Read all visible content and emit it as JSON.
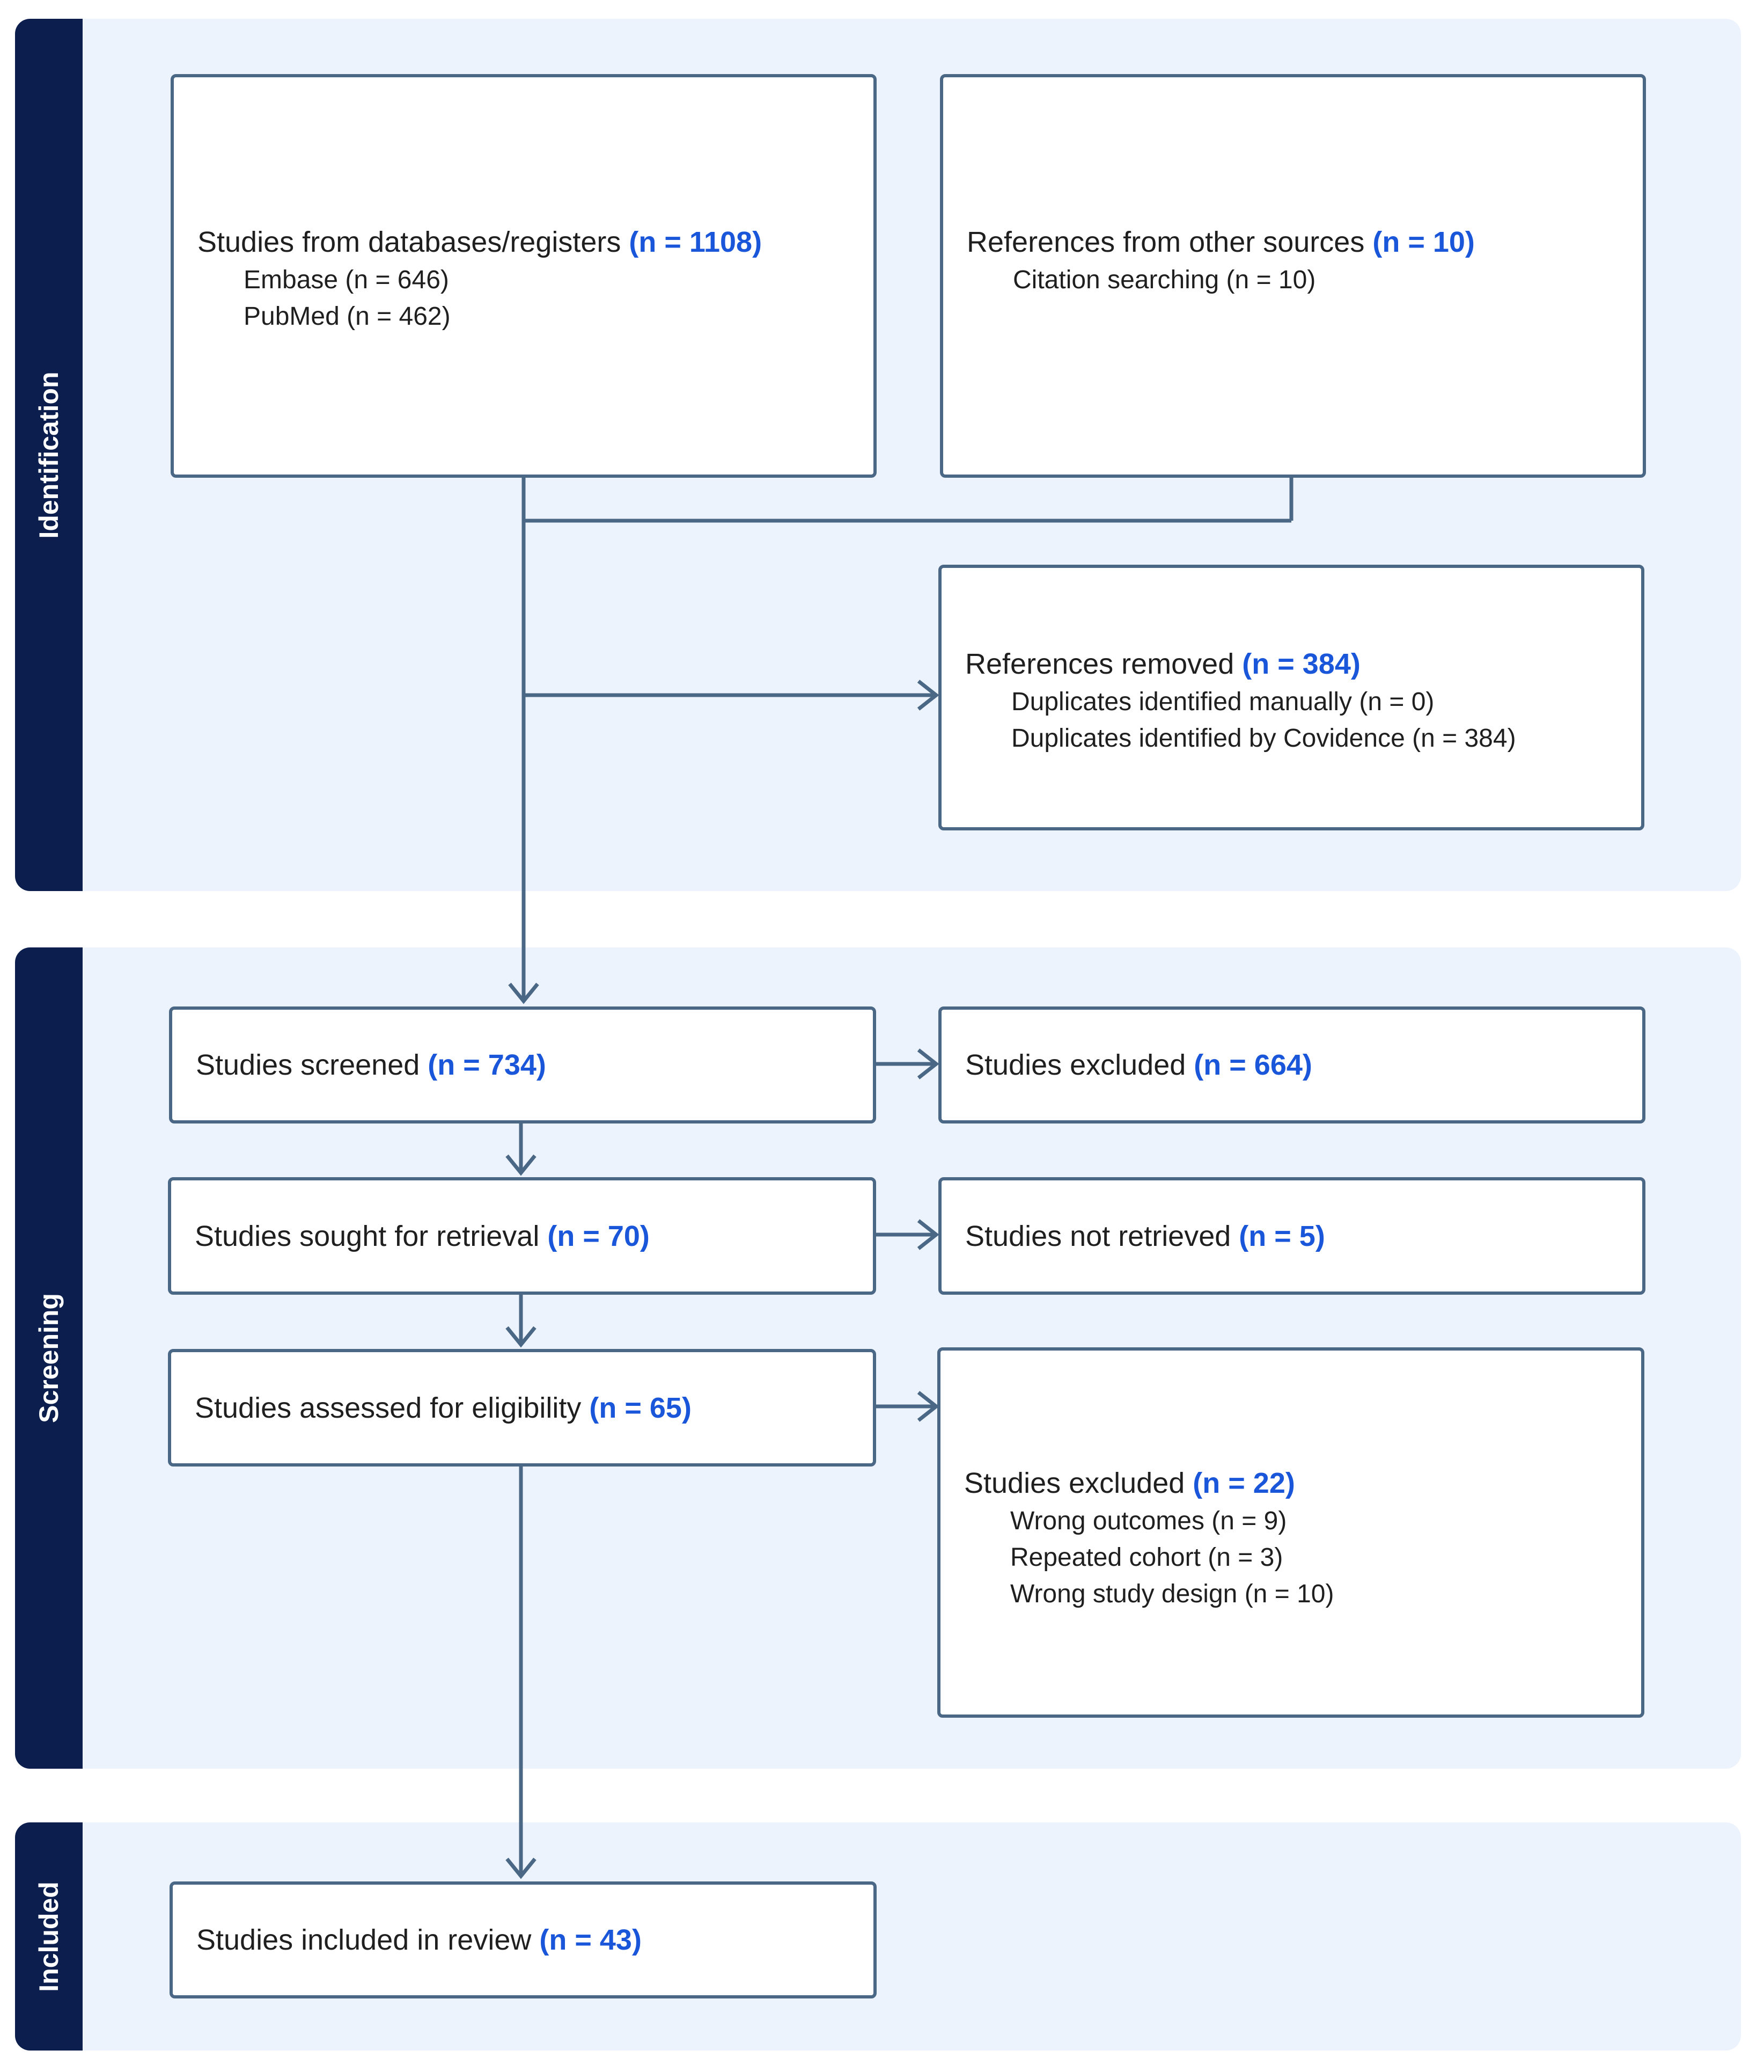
{
  "sections": {
    "identification": "Identification",
    "screening": "Screening",
    "included": "Included"
  },
  "boxes": {
    "databases": {
      "title": "Studies from databases/registers",
      "count": "(n = 1108)",
      "items": [
        "Embase (n = 646)",
        "PubMed (n = 462)"
      ]
    },
    "other_sources": {
      "title": "References from other sources",
      "count": "(n = 10)",
      "items": [
        "Citation searching (n = 10)"
      ]
    },
    "removed": {
      "title": "References removed",
      "count": "(n = 384)",
      "items": [
        "Duplicates identified manually (n = 0)",
        "Duplicates identified by Covidence (n = 384)"
      ]
    },
    "screened": {
      "title": "Studies screened",
      "count": "(n = 734)"
    },
    "excluded_screening": {
      "title": "Studies excluded",
      "count": "(n = 664)"
    },
    "sought": {
      "title": "Studies sought for retrieval",
      "count": "(n = 70)"
    },
    "not_retrieved": {
      "title": "Studies not retrieved",
      "count": "(n = 5)"
    },
    "assessed": {
      "title": "Studies assessed for eligibility",
      "count": "(n = 65)"
    },
    "excluded_eligibility": {
      "title": "Studies excluded",
      "count": "(n = 22)",
      "items": [
        "Wrong outcomes (n = 9)",
        "Repeated cohort (n = 3)",
        "Wrong study design (n = 10)"
      ]
    },
    "included": {
      "title": "Studies included in review",
      "count": "(n = 43)"
    }
  },
  "colors": {
    "section_background": "#edf3fc",
    "section_tab": "#0c1e4d",
    "box_border": "#4a6885",
    "count_text": "#1a56d9",
    "connector": "#4a6885"
  }
}
